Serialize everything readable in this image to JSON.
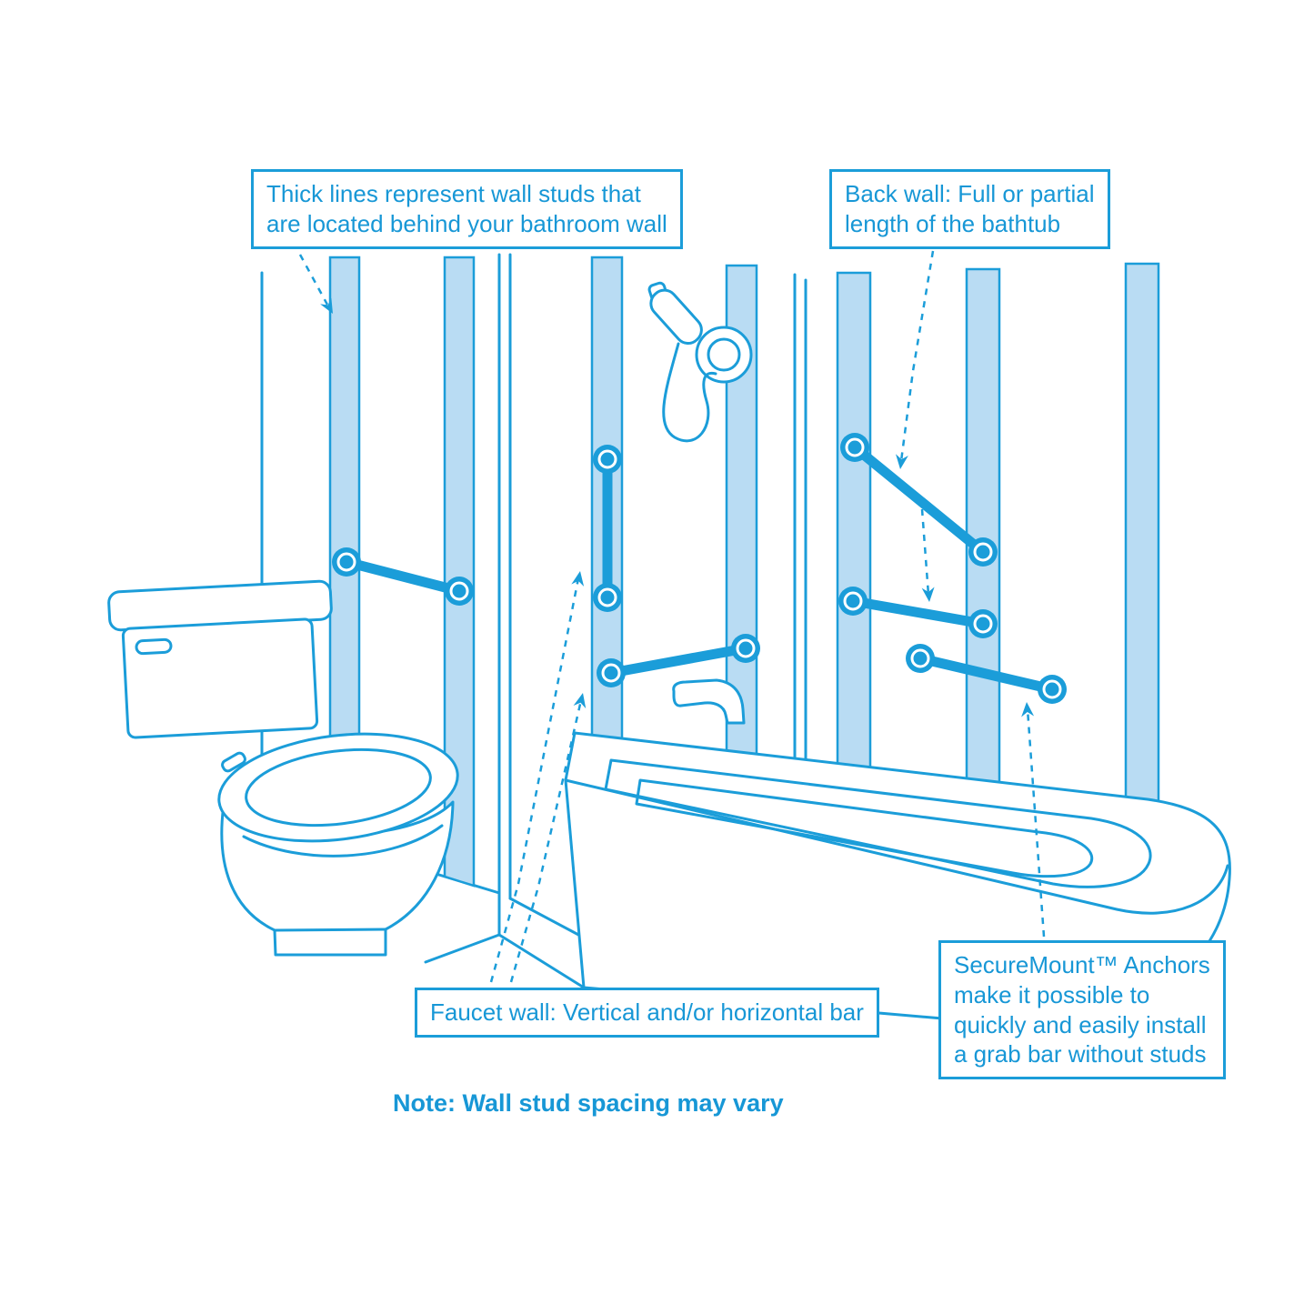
{
  "colors": {
    "line": "#1b9dd9",
    "text": "#1797d6",
    "stud": "#b9dcf3",
    "bar": "#1b9dd9",
    "background": "#ffffff"
  },
  "callouts": {
    "wall_studs": "Thick lines represent wall studs that\nare located behind your bathroom wall",
    "back_wall": "Back wall: Full or partial\nlength of the bathtub",
    "faucet_wall": "Faucet wall: Vertical and/or horizontal bar",
    "securemount": "SecureMount™ Anchors\nmake it possible to\nquickly and easily install\na grab bar without studs"
  },
  "note": "Note: Wall stud spacing may vary"
}
